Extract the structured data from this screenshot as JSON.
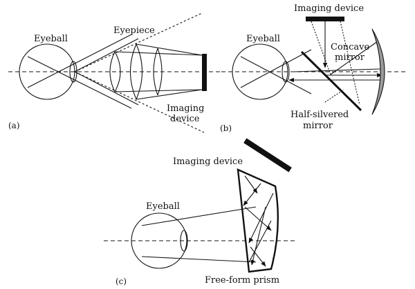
{
  "figure": {
    "panel_a": {
      "tag": "(a)",
      "eyeball": "Eyeball",
      "eyepiece": "Eyepiece",
      "imaging_line1": "Imaging",
      "imaging_line2": "device"
    },
    "panel_b": {
      "tag": "(b)",
      "imaging_device": "Imaging device",
      "eyeball": "Eyeball",
      "concave_line1": "Concave",
      "concave_line2": "mirror",
      "half_line1": "Half-silvered",
      "half_line2": "mirror"
    },
    "panel_c": {
      "tag": "(c)",
      "imaging_device": "Imaging device",
      "eyeball": "Eyeball",
      "prism": "Free-form prism"
    }
  },
  "colors": {
    "ink": "#111111",
    "mirror_fill": "#9a9a9a",
    "background": "#ffffff"
  }
}
